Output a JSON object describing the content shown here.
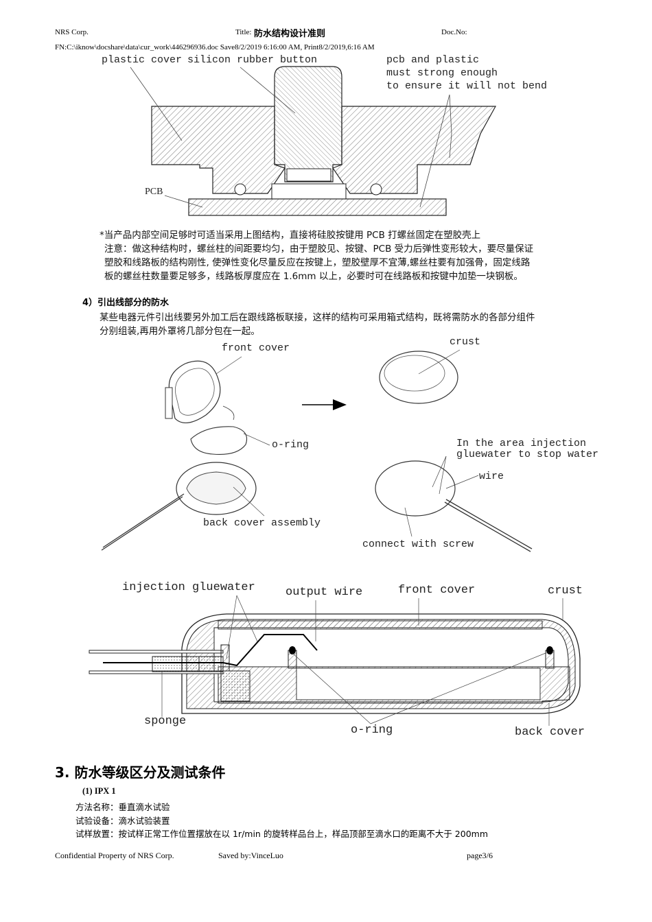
{
  "header": {
    "company": "NRS Corp.",
    "title_prefix": "Title:",
    "title": "防水结构设计准则",
    "doc_no": "Doc.No:",
    "file_line": "FN:C:\\iknow\\docshare\\data\\cur_work\\446296936.doc  Save8/2/2019 6:16:00 AM,    Print8/2/2019,6:16 AM"
  },
  "figure1": {
    "label_plastic_cover": "plastic cover",
    "label_button": "silicon rubber button",
    "label_pcb_plastic_1": "pcb and plastic",
    "label_pcb_plastic_2": "must strong enough",
    "label_pcb_plastic_3": "to ensure it will not bend",
    "label_pcb": "PCB"
  },
  "note": {
    "line1": "*当产品内部空间足够时可适当采用上图结构，直接将硅胶按键用 PCB 打螺丝固定在塑胶壳上",
    "line2": "注意：做这种结构时，螺丝柱的间距要均匀，由于塑胶见、按键、PCB 受力后弹性变形较大，要尽量保证",
    "line3": "塑胶和线路板的结构刚性, 使弹性变化尽量反应在按键上，塑胶壁厚不宜薄,螺丝柱要有加强骨，固定线路",
    "line4": "板的螺丝柱数量要足够多，线路板厚度应在 1.6mm 以上，必要时可在线路板和按键中加垫一块钢板。"
  },
  "section4": {
    "heading": "4）引出线部分的防水",
    "para1": "某些电器元件引出线要另外加工后在跟线路板联接，这样的结构可采用箱式结构，既将需防水的各部分组件",
    "para2": "分别组装,再用外罩将几部分包在一起。"
  },
  "figure2": {
    "front_cover": "front cover",
    "crust": "crust",
    "o_ring": "o-ring",
    "injection_1": "In the area injection",
    "injection_2": "gluewater to stop water",
    "wire": "wire",
    "back_cover_assembly": "back cover assembly",
    "connect_screw": "connect with screw"
  },
  "figure3": {
    "injection": "injection gluewater",
    "output_wire": "output wire",
    "front_cover": "front cover",
    "crust": "crust",
    "sponge": "sponge",
    "o_ring": "o-ring",
    "back_cover": "back cover"
  },
  "section3": {
    "heading": "3. 防水等级区分及测试条件",
    "sub": "(1) IPX 1",
    "method": "方法名称：垂直滴水试验",
    "equipment": "试验设备：滴水试验装置",
    "placement": "试样放置：按试样正常工作位置摆放在以   1r/min  的旋转样品台上，样品顶部至滴水口的距离不大于    200mm"
  },
  "footer": {
    "confidential": "Confidential Property of NRS Corp.",
    "saved_by": "Saved by:VinceLuo",
    "page": "page3/6"
  }
}
